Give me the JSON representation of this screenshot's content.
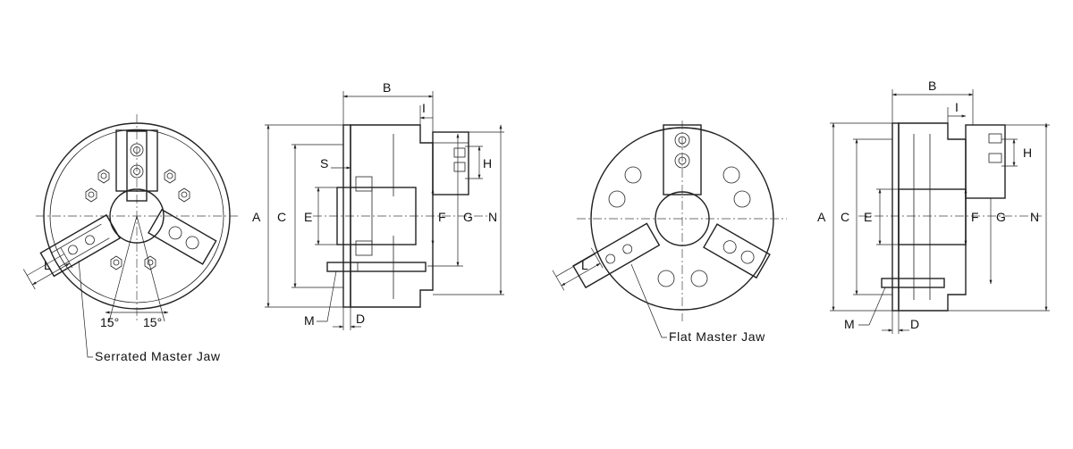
{
  "figure": {
    "serrated_view": {
      "caption": "Serrated Master Jaw",
      "angle_left": "15°",
      "angle_right": "15°",
      "dim_l": "L"
    },
    "serrated_side": {
      "A": "A",
      "B": "B",
      "C": "C",
      "D": "D",
      "E": "E",
      "F": "F",
      "G": "G",
      "H": "H",
      "I": "I",
      "M": "M",
      "N": "N",
      "S": "S"
    },
    "flat_view": {
      "caption": "Flat Master Jaw",
      "dim_l": "L"
    },
    "flat_side": {
      "A": "A",
      "B": "B",
      "C": "C",
      "D": "D",
      "E": "E",
      "F": "F",
      "G": "G",
      "H": "H",
      "I": "I",
      "M": "M",
      "N": "N"
    }
  }
}
